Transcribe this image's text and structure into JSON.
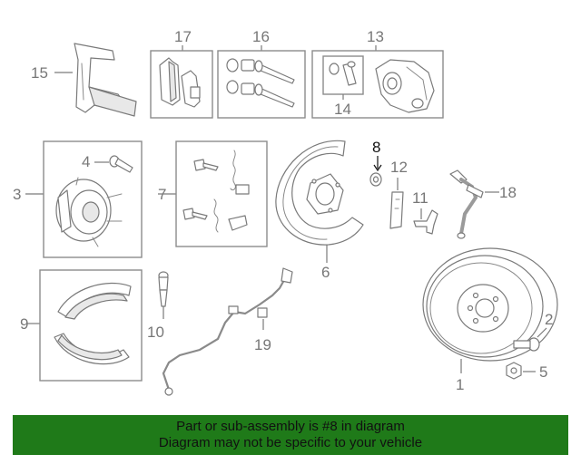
{
  "diagram": {
    "callouts": {
      "c1": "1",
      "c2": "2",
      "c3": "3",
      "c4": "4",
      "c5": "5",
      "c6": "6",
      "c7": "7",
      "c8": "8",
      "c9": "9",
      "c10": "10",
      "c11": "11",
      "c12": "12",
      "c13": "13",
      "c14": "14",
      "c15": "15",
      "c16": "16",
      "c17": "17",
      "c18": "18",
      "c19": "19"
    },
    "highlighted_part": "8",
    "colors": {
      "banner": "#1f7a19",
      "line": "#7a7a7a",
      "highlight": "#111111"
    }
  },
  "banner": {
    "line1": "Part or sub-assembly is #8 in diagram",
    "line2": "Diagram may not be specific to your vehicle"
  }
}
